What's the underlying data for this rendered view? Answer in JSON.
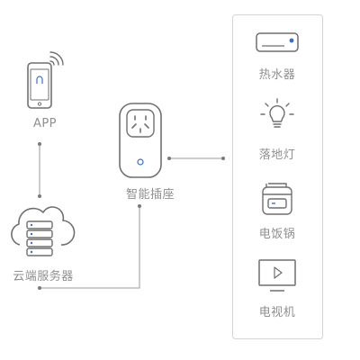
{
  "app": {
    "label": "APP"
  },
  "cloud": {
    "label": "云端服务器"
  },
  "socket": {
    "label": "智能插座"
  },
  "devices": [
    {
      "label": "热水器",
      "icon": "water-heater-icon"
    },
    {
      "label": "落地灯",
      "icon": "floor-lamp-icon"
    },
    {
      "label": "电饭锅",
      "icon": "rice-cooker-icon"
    },
    {
      "label": "电视机",
      "icon": "television-icon"
    }
  ],
  "colors": {
    "line": "#9a9a9a",
    "icon": "#6f6f6f",
    "accent": "#3a6fd0",
    "panel_border": "#d4d4d4",
    "text": "#8f8f8f"
  }
}
